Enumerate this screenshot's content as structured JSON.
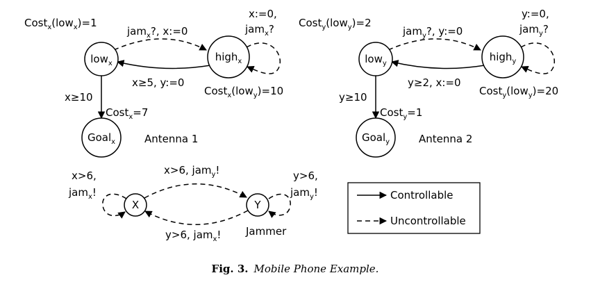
{
  "figure": {
    "caption_label": "Fig. 3.",
    "caption_text": "Mobile Phone Example."
  },
  "antenna1": {
    "title": "Antenna 1",
    "nodes": {
      "low": {
        "base": "low",
        "sub": "x"
      },
      "high": {
        "base": "high",
        "sub": "x"
      },
      "goal": {
        "base": "Goal",
        "sub": "x"
      }
    },
    "labels": {
      "low_cost": {
        "a": "Cost",
        "b": "x",
        "c": "(low",
        "d": "x",
        "e": ")=1"
      },
      "jam_to_high": {
        "a": "jam",
        "b": "x",
        "c": "?, x:=0"
      },
      "self_line1": "x:=0,",
      "self_line2": {
        "a": "jam",
        "b": "x",
        "c": "?"
      },
      "back": "x≥5, y:=0",
      "high_cost": {
        "a": "Cost",
        "b": "x",
        "c": "(low",
        "d": "y",
        "e": ")=10"
      },
      "guard_goal": "x≥10",
      "goal_cost": {
        "a": "Cost",
        "b": "x",
        "c": "=7"
      }
    }
  },
  "antenna2": {
    "title": "Antenna 2",
    "nodes": {
      "low": {
        "base": "low",
        "sub": "y"
      },
      "high": {
        "base": "high",
        "sub": "y"
      },
      "goal": {
        "base": "Goal",
        "sub": "y"
      }
    },
    "labels": {
      "low_cost": {
        "a": "Cost",
        "b": "y",
        "c": "(low",
        "d": "y",
        "e": ")=2"
      },
      "jam_to_high": {
        "a": "jam",
        "b": "y",
        "c": "?, y:=0"
      },
      "self_line1": "y:=0,",
      "self_line2": {
        "a": "jam",
        "b": "y",
        "c": "?"
      },
      "back": "y≥2, x:=0",
      "high_cost": {
        "a": "Cost",
        "b": "y",
        "c": "(low",
        "d": "y",
        "e": ")=20"
      },
      "guard_goal": "y≥10",
      "goal_cost": {
        "a": "Cost",
        "b": "y",
        "c": "=1"
      }
    }
  },
  "jammer": {
    "title": "Jammer",
    "nodes": {
      "x": "X",
      "y": "Y"
    },
    "labels": {
      "x_self_line1": "x>6,",
      "x_self_line2": {
        "a": "jam",
        "b": "x",
        "c": "!"
      },
      "top": {
        "a": "x>6, jam",
        "b": "y",
        "c": "!"
      },
      "y_self_line1": "y>6,",
      "y_self_line2": {
        "a": "jam",
        "b": "y",
        "c": "!"
      },
      "bottom": {
        "a": "y>6, jam",
        "b": "x",
        "c": "!"
      }
    }
  },
  "legend": {
    "controllable": "Controllable",
    "uncontrollable": "Uncontrollable"
  }
}
